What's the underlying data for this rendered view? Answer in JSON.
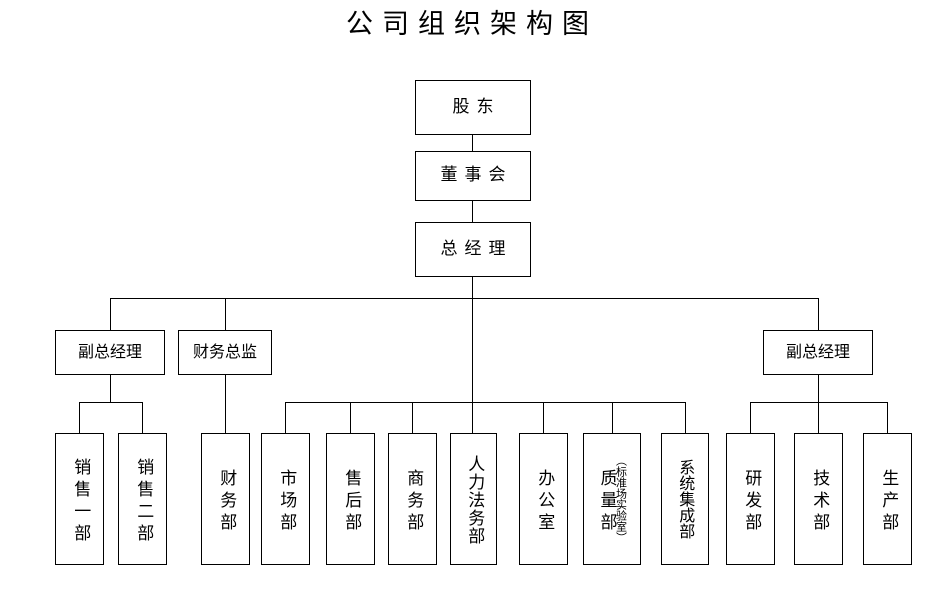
{
  "page": {
    "title": "公司组织架构图",
    "background_color": "#ffffff",
    "line_color": "#000000",
    "text_color": "#000000"
  },
  "org_chart": {
    "type": "org-chart",
    "title": "公司组织架构图",
    "levels": [
      {
        "level": 1,
        "nodes": [
          {
            "id": "shareholders",
            "label": "股东"
          }
        ]
      },
      {
        "level": 2,
        "nodes": [
          {
            "id": "board",
            "label": "董事会"
          }
        ]
      },
      {
        "level": 3,
        "nodes": [
          {
            "id": "general-manager",
            "label": "总经理"
          }
        ]
      },
      {
        "level": 4,
        "nodes": [
          {
            "id": "deputy-gm-left",
            "label": "副总经理"
          },
          {
            "id": "cfo",
            "label": "财务总监"
          },
          {
            "id": "deputy-gm-right",
            "label": "副总经理"
          }
        ]
      },
      {
        "level": 5,
        "nodes": [
          {
            "id": "sales-dept-1",
            "label": "销售一部",
            "parent": "deputy-gm-left"
          },
          {
            "id": "sales-dept-2",
            "label": "销售二部",
            "parent": "deputy-gm-left"
          },
          {
            "id": "finance-dept",
            "label": "财务部",
            "parent": "cfo"
          },
          {
            "id": "marketing-dept",
            "label": "市场部",
            "parent": "general-manager"
          },
          {
            "id": "aftersales-dept",
            "label": "售后部",
            "parent": "general-manager"
          },
          {
            "id": "business-dept",
            "label": "商务部",
            "parent": "general-manager"
          },
          {
            "id": "hr-legal-dept",
            "label": "人力法务部",
            "parent": "general-manager"
          },
          {
            "id": "office",
            "label": "办公室",
            "parent": "general-manager"
          },
          {
            "id": "quality-dept",
            "label": "质量部",
            "note": "（标准场实验室）",
            "parent": "general-manager"
          },
          {
            "id": "system-integration-dept",
            "label": "系统集成部",
            "parent": "general-manager"
          },
          {
            "id": "rd-dept",
            "label": "研发部",
            "parent": "deputy-gm-right"
          },
          {
            "id": "tech-dept",
            "label": "技术部",
            "parent": "deputy-gm-right"
          },
          {
            "id": "production-dept",
            "label": "生产部",
            "parent": "deputy-gm-right"
          }
        ]
      }
    ]
  }
}
